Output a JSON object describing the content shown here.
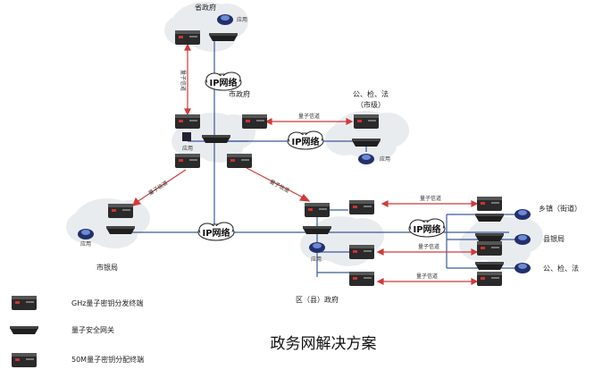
{
  "diagram": {
    "title": "政务网解决方案",
    "nodes": {
      "province": "省政府",
      "city": "市政府",
      "public_security": "公、检、法",
      "public_security_sub": "（市级）",
      "city_bank": "市银局",
      "district": "区（县）政府",
      "town": "乡镇（街道）",
      "bank_right": "县银局",
      "public_security_right": "公、检、法"
    },
    "clouds": {
      "top": "IP网络",
      "city_right": "IP网络",
      "bottom": "IP网络",
      "district_right": "IP网络"
    },
    "link_labels": {
      "quantum_channel": "量子信道"
    },
    "device_labels": {
      "application": "应用"
    },
    "legend": [
      {
        "icon": "qkd-terminal-icon",
        "label": "GHz量子密钥分发终端"
      },
      {
        "icon": "gateway-icon",
        "label": "量子安全网关"
      },
      {
        "icon": "qkd-50m-icon",
        "label": "50M量子密钥分配终端"
      }
    ]
  }
}
